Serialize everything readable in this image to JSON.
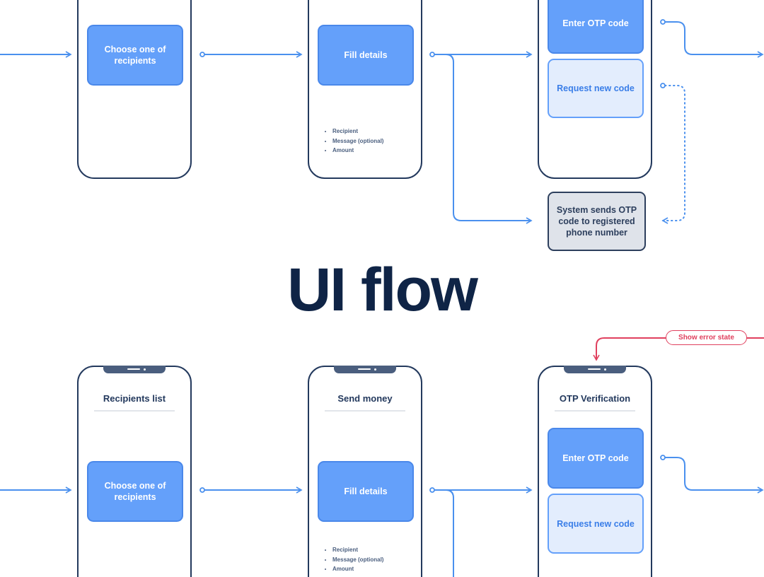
{
  "heading": "UI flow",
  "top_flow": {
    "screen1": {
      "card": "Choose one of recipients"
    },
    "screen2": {
      "card": "Fill details",
      "bullets": [
        "Recipient",
        "Message (optional)",
        "Amount"
      ]
    },
    "screen3": {
      "primary_card": "Enter OTP code",
      "secondary_card": "Request new code"
    },
    "system_box": "System sends OTP code to registered phone number"
  },
  "bottom_flow": {
    "screen1": {
      "title": "Recipients list",
      "card": "Choose one of recipients"
    },
    "screen2": {
      "title": "Send money",
      "card": "Fill details",
      "bullets": [
        "Recipient",
        "Message (optional)",
        "Amount"
      ]
    },
    "screen3": {
      "title": "OTP Verification",
      "primary_card": "Enter OTP code",
      "secondary_card": "Request new code"
    },
    "error_label": "Show error state"
  },
  "colors": {
    "flow": "#4a90ee",
    "error": "#e0405e",
    "outline": "#23395d",
    "heading": "#0f2446"
  }
}
